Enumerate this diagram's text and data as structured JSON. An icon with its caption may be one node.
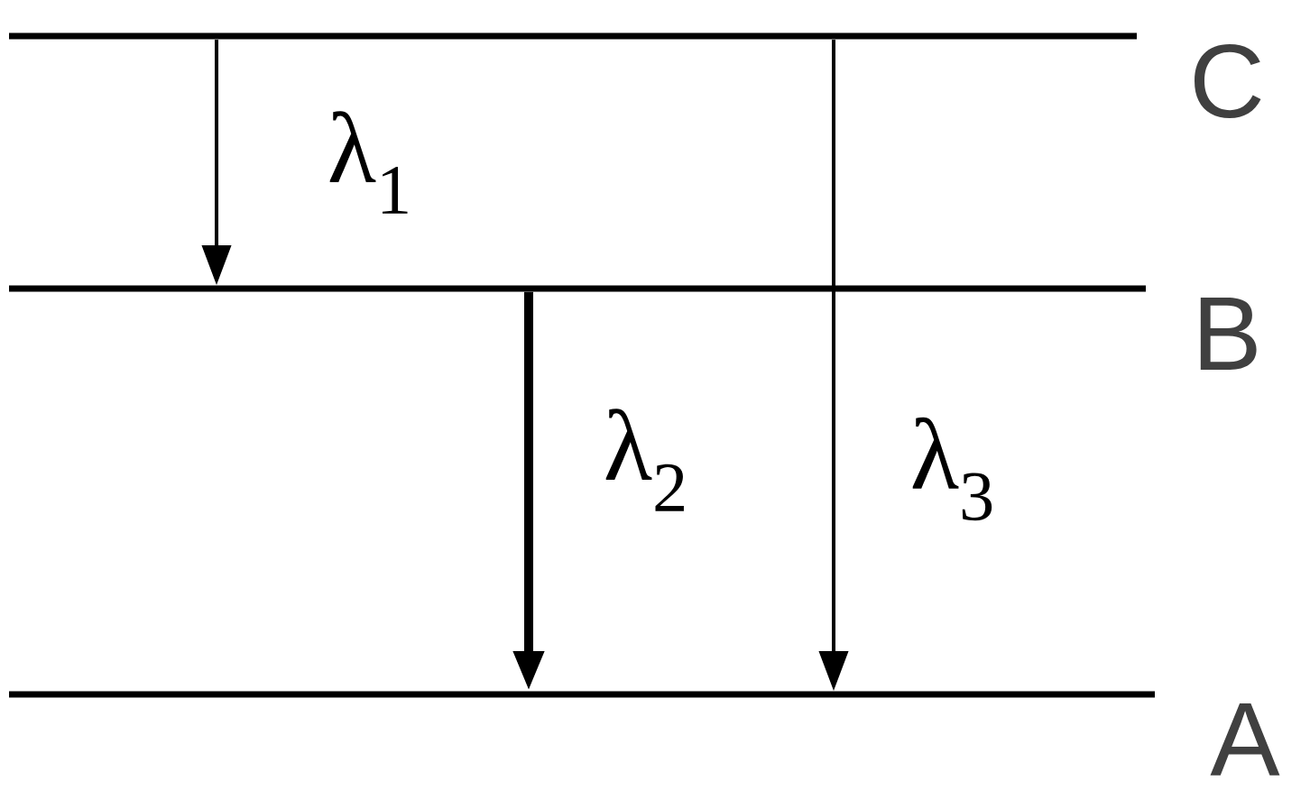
{
  "diagram": {
    "nodes": [
      {
        "text": [
          "C"
        ]
      },
      {
        "text": [
          "B"
        ]
      },
      {
        "text": [
          "A"
        ]
      }
    ],
    "edges": [
      {
        "from": 0,
        "to": 1,
        "arrow": "to",
        "label": "λ$_{1}$"
      },
      {
        "from": 1,
        "to": 2,
        "arrow": "to",
        "label": "λ$_{2}$",
        "style": "thick"
      },
      {
        "from": 0,
        "to": 2,
        "arrow": "to",
        "label": "λ$_{3}$"
      }
    ]
  }
}
